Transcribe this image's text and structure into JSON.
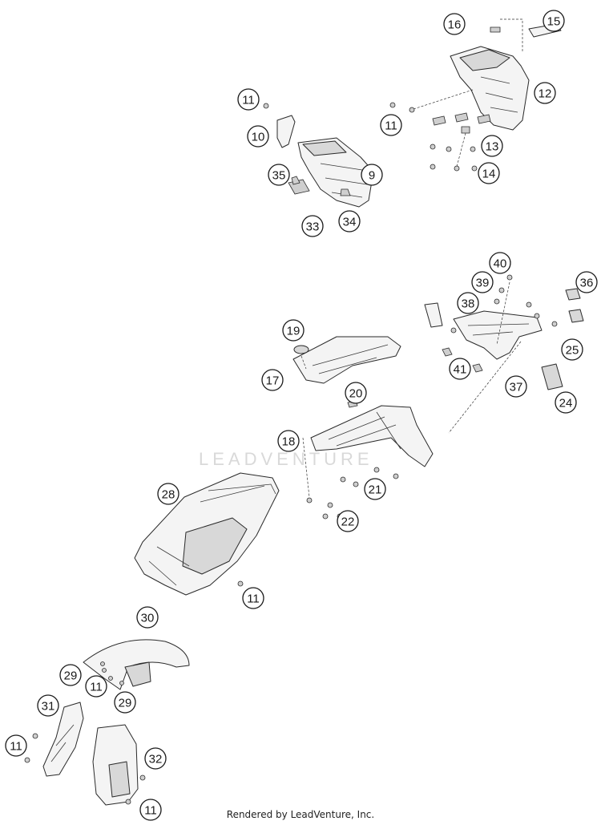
{
  "watermark": "LEADVENTURE",
  "footer": "Rendered by LeadVenture, Inc.",
  "callouts": [
    {
      "label": "16"
    },
    {
      "label": "15"
    },
    {
      "label": "12"
    },
    {
      "label": "11"
    },
    {
      "label": "13"
    },
    {
      "label": "14"
    },
    {
      "label": "11"
    },
    {
      "label": "10"
    },
    {
      "label": "9"
    },
    {
      "label": "35"
    },
    {
      "label": "33"
    },
    {
      "label": "34"
    },
    {
      "label": "40"
    },
    {
      "label": "39"
    },
    {
      "label": "36"
    },
    {
      "label": "38"
    },
    {
      "label": "41"
    },
    {
      "label": "37"
    },
    {
      "label": "25"
    },
    {
      "label": "24"
    },
    {
      "label": "19"
    },
    {
      "label": "17"
    },
    {
      "label": "20"
    },
    {
      "label": "18"
    },
    {
      "label": "21"
    },
    {
      "label": "22"
    },
    {
      "label": "28"
    },
    {
      "label": "11"
    },
    {
      "label": "30"
    },
    {
      "label": "29"
    },
    {
      "label": "11"
    },
    {
      "label": "29"
    },
    {
      "label": "31"
    },
    {
      "label": "11"
    },
    {
      "label": "32"
    },
    {
      "label": "11"
    }
  ]
}
